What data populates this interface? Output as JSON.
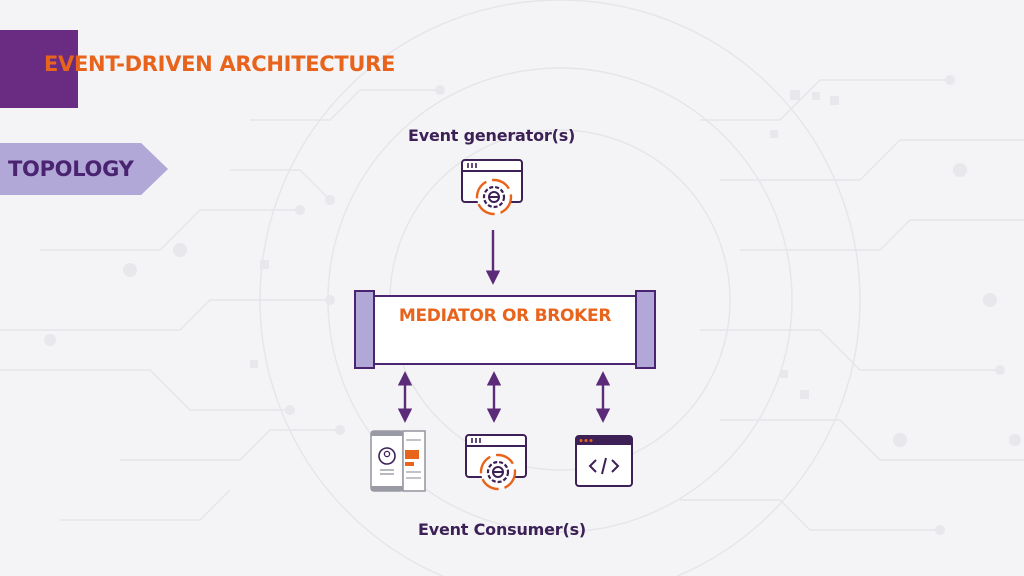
{
  "slide": {
    "title": "EVENT-DRIVEN ARCHITECTURE",
    "section_tab": "TOPOLOGY"
  },
  "diagram": {
    "generator_label": "Event generator(s)",
    "broker_label": "MEDIATOR OR BROKER",
    "consumer_label": "Event Consumer(s)",
    "generator_icon": "browser-window-gear-icon",
    "consumer_icons": [
      "mobile-app-icon",
      "browser-window-gear-icon",
      "code-window-icon"
    ]
  },
  "colors": {
    "accent_orange": "#e8641c",
    "accent_purple": "#6a2c82",
    "dark_purple": "#3d2156",
    "lavender": "#b2a8d8"
  }
}
